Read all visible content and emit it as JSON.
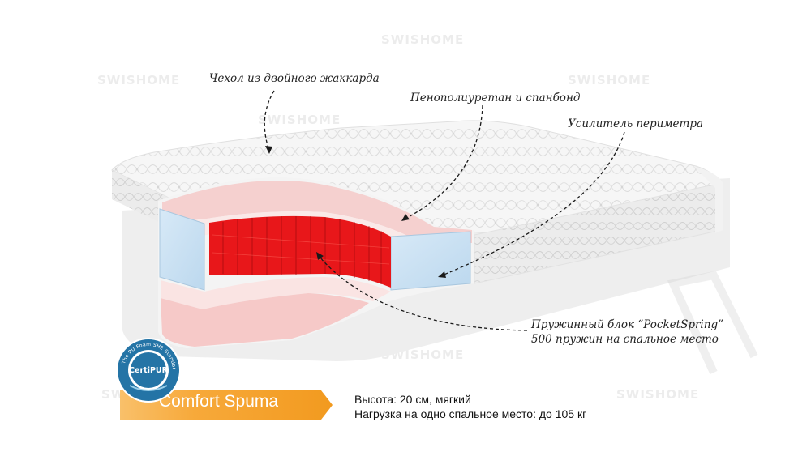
{
  "watermark": "SWISHOME",
  "callouts": {
    "cover": "Чехол из двойного жаккарда",
    "foam": "Пенополиуретан и спанбонд",
    "perimeter": "Усилитель периметра",
    "spring_line1": "Пружинный блок “PocketSpring”",
    "spring_line2": "500 пружин на спальное место"
  },
  "product_name": "Comfort Spuma",
  "specs": {
    "height": "Высота: 20 см, мягкий",
    "load": "Нагрузка на одно спальное место: до 105 кг"
  },
  "badge": {
    "name": "CertiPUR",
    "ring_text": "The PU Foam SHE Standard"
  },
  "colors": {
    "banner": "#f7a93a",
    "badge": "#2474a6",
    "springs": "#e8171a"
  }
}
